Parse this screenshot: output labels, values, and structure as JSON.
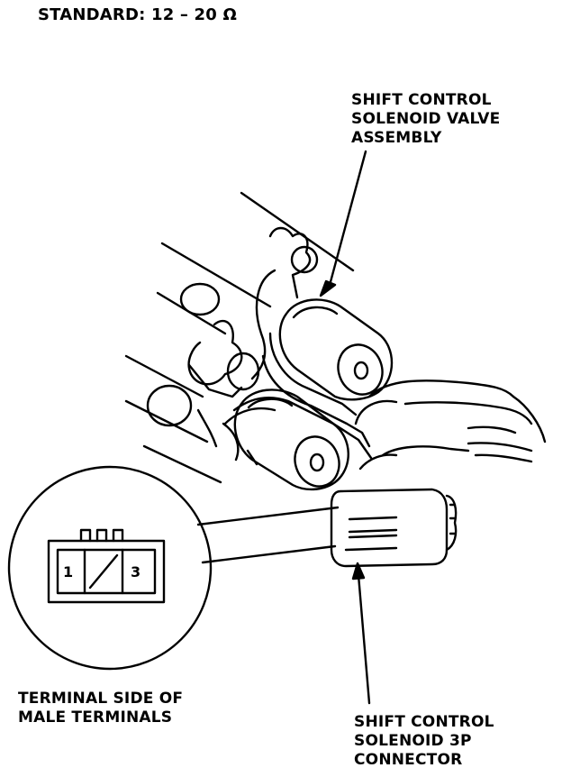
{
  "header": {
    "standard": "STANDARD: 12 – 20 Ω"
  },
  "labels": {
    "valve_assembly": [
      "SHIFT CONTROL",
      "SOLENOID VALVE",
      "ASSEMBLY"
    ],
    "terminal_side": [
      "TERMINAL SIDE OF",
      "MALE TERMINALS"
    ],
    "connector": [
      "SHIFT CONTROL",
      "SOLENOID 3P",
      "CONNECTOR"
    ]
  },
  "terminals": {
    "left": "1",
    "right": "3"
  }
}
